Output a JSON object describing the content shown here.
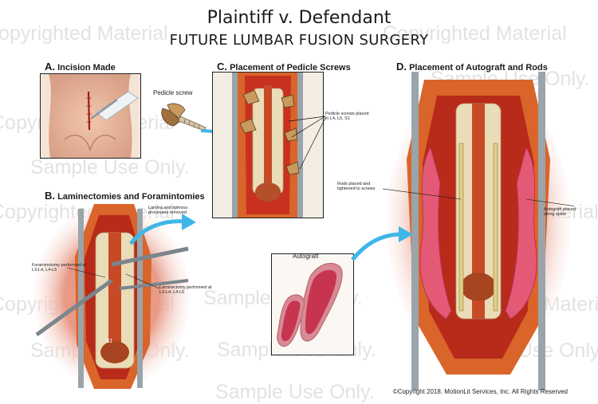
{
  "header": {
    "title": "Plaintiff v. Defendant",
    "subtitle": "FUTURE LUMBAR FUSION SURGERY"
  },
  "panels": {
    "a": {
      "letter": "A.",
      "label": "Incision Made"
    },
    "b": {
      "letter": "B.",
      "label": "Laminectomies and Foramintomies"
    },
    "c": {
      "letter": "C.",
      "label": "Placement of Pedicle Screws"
    },
    "d": {
      "letter": "D.",
      "label": "Placement of Autograft and Rods"
    }
  },
  "callouts": {
    "pedicle_screw": "Pedicle screw",
    "c_screws": [
      "Pedicle screws placed",
      "in L4, L5, S1"
    ],
    "b_lamina": [
      "Lamina and spinous",
      "processes removed"
    ],
    "b_foramin": [
      "Foraminotomy performed at",
      "L3-L4, L4-L5"
    ],
    "b_laminectomy": [
      "Laminectomy performed at",
      "L3-L4, L4-L5"
    ],
    "b_s1": "S1",
    "d_rods": [
      "Rods placed and",
      "tightened to screws"
    ],
    "d_graft": [
      "Autograft placed",
      "along spine"
    ],
    "autograft": "Autograft"
  },
  "watermarks": {
    "copyrighted": "Copyrighted Material",
    "sample": "Sample Use Only."
  },
  "footer": {
    "copyright": "©Copyright 2018. MotionLit Services, Inc. All Rights Reserved"
  },
  "colors": {
    "tissue_red": "#c8311f",
    "tissue_orange": "#d9652a",
    "bone": "#e8d9b0",
    "graft_pink": "#e45a76",
    "arrow_blue": "#3fb6e8",
    "skin": "#e7b79c"
  }
}
